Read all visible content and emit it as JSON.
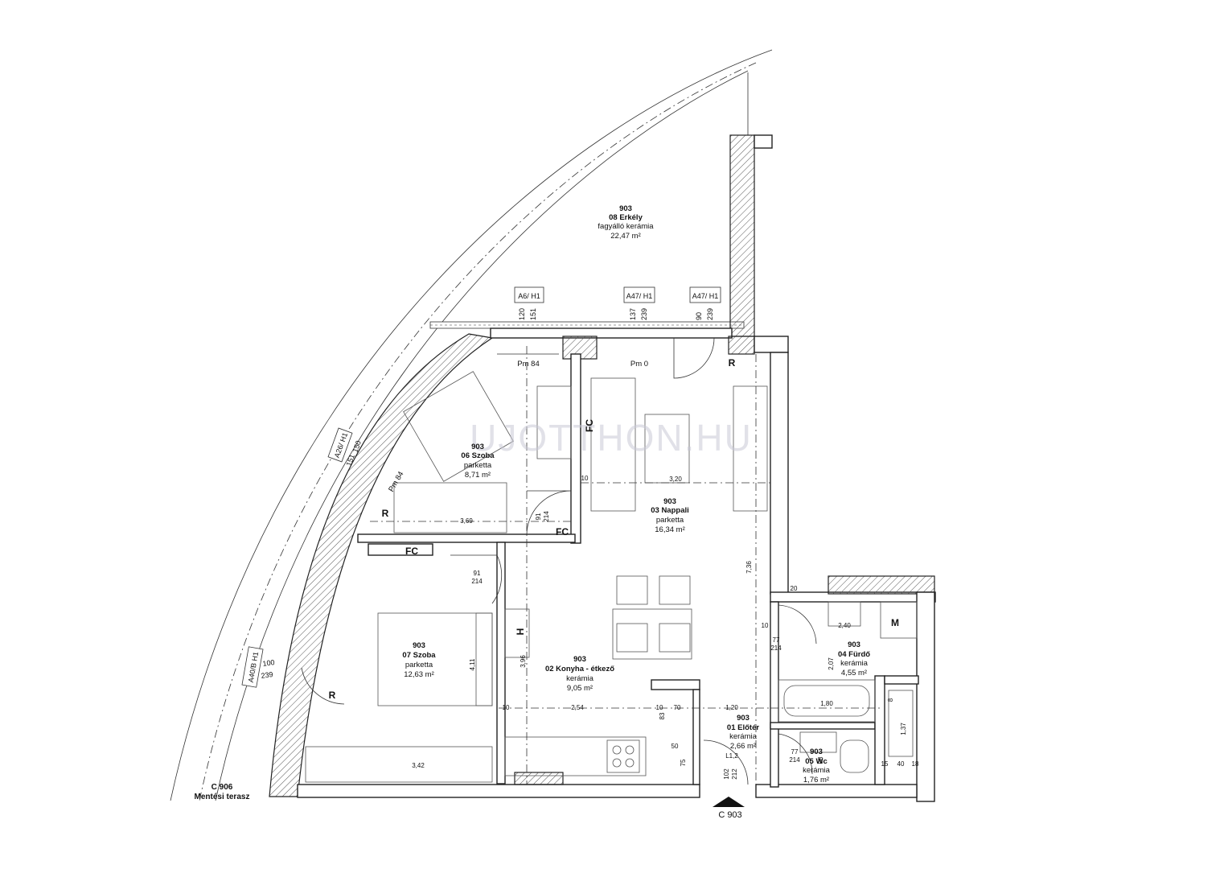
{
  "watermark": "UJOTTHON.HU",
  "rooms": [
    {
      "id": "erkely",
      "num": "903",
      "name": "08 Erkély",
      "finish": "fagyálló kerámia",
      "area": "22,47 m²"
    },
    {
      "id": "szoba06",
      "num": "903",
      "name": "06 Szoba",
      "finish": "parketta",
      "area": "8,71 m²"
    },
    {
      "id": "nappali",
      "num": "903",
      "name": "03 Nappali",
      "finish": "parketta",
      "area": "16,34 m²"
    },
    {
      "id": "szoba07",
      "num": "903",
      "name": "07 Szoba",
      "finish": "parketta",
      "area": "12,63 m²"
    },
    {
      "id": "konyha",
      "num": "903",
      "name": "02 Konyha - étkező",
      "finish": "kerámia",
      "area": "9,05 m²"
    },
    {
      "id": "furdo",
      "num": "903",
      "name": "04 Fürdő",
      "finish": "kerámia",
      "area": "4,55 m²"
    },
    {
      "id": "eloter",
      "num": "903",
      "name": "01 Előtér",
      "finish": "kerámia",
      "area": "2,66 m²"
    },
    {
      "id": "wc",
      "num": "903",
      "name": "05 Wc",
      "finish": "kerámia",
      "area": "1,76 m²"
    }
  ],
  "window_tags": [
    "A6/ H1",
    "A47/ H1",
    "A47/ H1",
    "A26/ H1",
    "A40/B H1"
  ],
  "window_dims": [
    {
      "w": "120",
      "h": "151"
    },
    {
      "w": "137",
      "h": "239"
    },
    {
      "w": "90",
      "h": "239"
    },
    {
      "w": "150",
      "h": "151"
    },
    {
      "w": "100",
      "h": "239"
    }
  ],
  "markers": {
    "r": "R",
    "fc": "FC",
    "h": "H",
    "m": "M",
    "pm84": "Pm 84",
    "pm0": "Pm 0",
    "l12": "L1,2"
  },
  "dims": {
    "d369": "3,69",
    "d320": "3,20",
    "d736": "7,36",
    "d254": "2,54",
    "d396": "3,96",
    "d411": "4,11",
    "d342": "3,42",
    "d120": "1,20",
    "d240": "2,40",
    "d180": "1,80",
    "d207": "2,07",
    "d137": "1,37",
    "d91": "91",
    "d214": "214",
    "d77": "77",
    "d10": "10",
    "d70": "70",
    "d50": "50",
    "d75": "75",
    "d40": "40",
    "d15": "15",
    "d18": "18",
    "d8": "8",
    "d98": "98",
    "d102": "102",
    "d212": "212",
    "d83": "83",
    "d20": "20"
  },
  "section_marker": "C 903",
  "neighbor": {
    "num": "C 906",
    "name": "Mentési terasz"
  }
}
